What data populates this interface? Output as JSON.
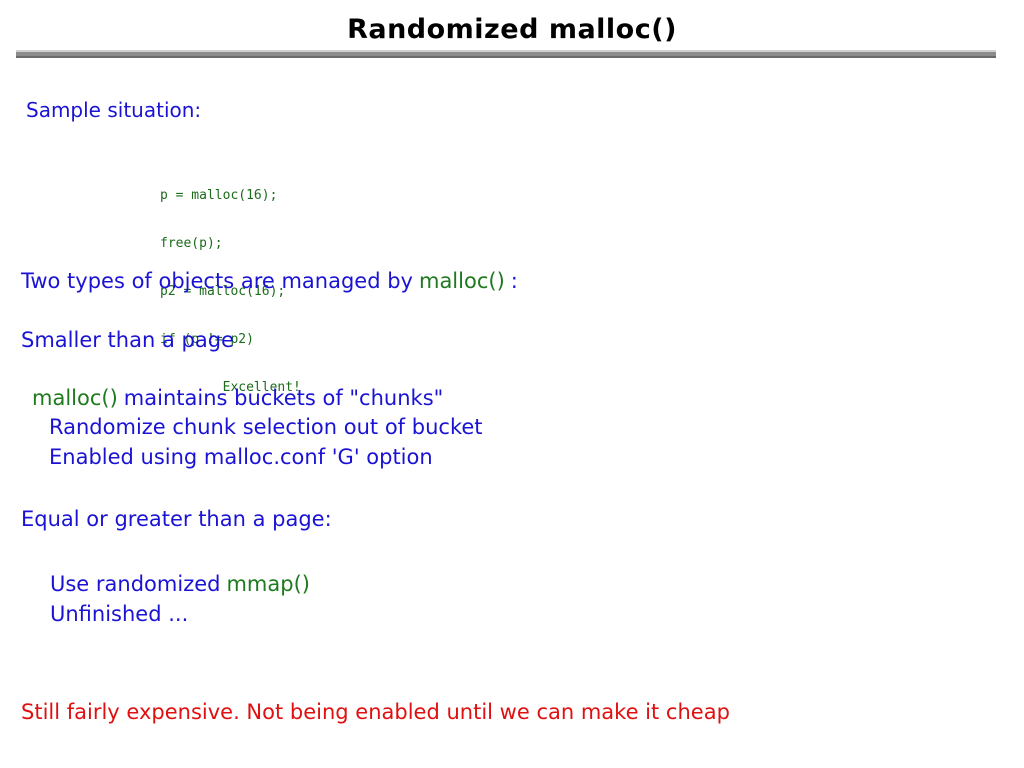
{
  "slide": {
    "title": "Randomized malloc()",
    "title_color": "#000000",
    "rule_color": "#8c8c8c",
    "background": "#ffffff",
    "accent_blue": "#1a13d4",
    "accent_green": "#1f7a1f",
    "accent_red": "#e01010"
  },
  "content": {
    "sample_heading": "Sample situation:",
    "code": {
      "lines": [
        "p = malloc(16);",
        "free(p);",
        "p2 = malloc(16);",
        "if (p != p2)",
        "        Excellent!"
      ]
    },
    "two_types": {
      "prefix": "Two types of objects are managed by",
      "code_term": "malloc()",
      "suffix": ":"
    },
    "smaller_heading": "Smaller than a page",
    "buckets": {
      "code_term": "malloc()",
      "text": "maintains buckets of \"chunks\""
    },
    "bullets_small": [
      "Randomize chunk selection out of bucket",
      "Enabled using malloc.conf 'G' option"
    ],
    "equal_greater_heading": "Equal or greater than a page:",
    "mmap_line": {
      "prefix": "Use randomized",
      "code_term": "mmap()"
    },
    "bullets_large": [
      "Unfinished ..."
    ],
    "footer_note": "Still fairly expensive.  Not being enabled until we can make it cheap"
  }
}
